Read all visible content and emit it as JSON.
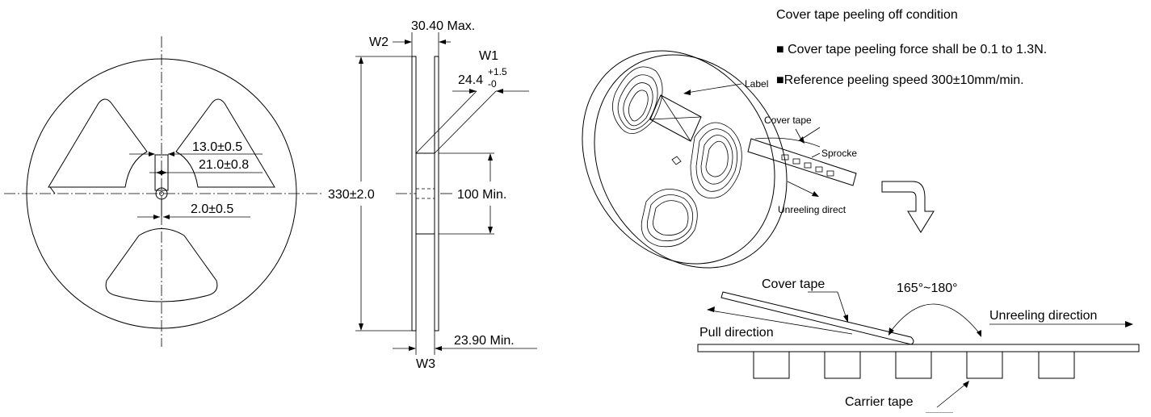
{
  "front_view": {
    "dim_hub": "13.0±0.5",
    "dim_bore": "21.0±0.8",
    "dim_slot": "2.0±0.5"
  },
  "side_view": {
    "w2_label": "W2",
    "w2_value": "30.40 Max.",
    "w1_label": "W1",
    "w1_value": "24.4",
    "w1_tol_plus": "+1.5",
    "w1_tol_minus": "-0",
    "diameter": "330±2.0",
    "hub_diameter": "100 Min.",
    "w3_value": "23.90 Min.",
    "w3_label": "W3"
  },
  "reel_3d": {
    "label": "Label",
    "cover_tape": "Cover tape",
    "sprocket": "Sprocke",
    "unreeling": "Unreeling direct"
  },
  "conditions": {
    "title": "Cover tape peeling off condition",
    "items": [
      "■ Cover tape peeling force shall be 0.1 to 1.3N.",
      "■Reference peeling speed 300±10mm/min."
    ]
  },
  "peel_diagram": {
    "cover_tape": "Cover tape",
    "angle": "165°~180°",
    "unreeling": "Unreeling direction",
    "pull": "Pull direction",
    "carrier_tape": "Carrier tape"
  }
}
